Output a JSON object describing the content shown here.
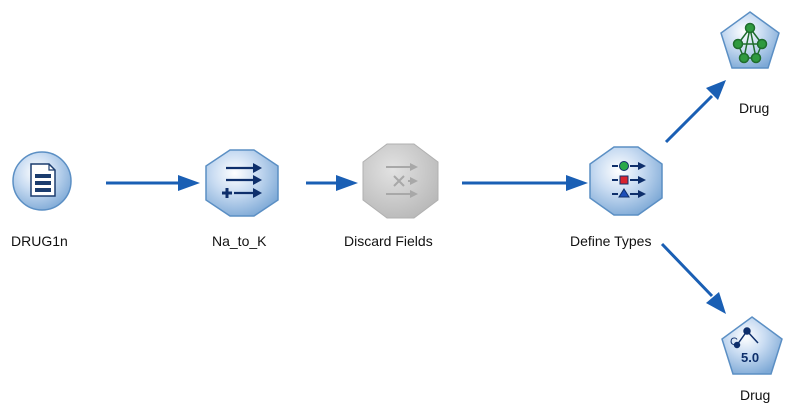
{
  "stream": {
    "nodes": [
      {
        "id": "drug1n",
        "label": "DRUG1n",
        "kind": "source",
        "state": "enabled",
        "icon": "var-file-icon"
      },
      {
        "id": "na_to_k",
        "label": "Na_to_K",
        "kind": "derive",
        "state": "enabled",
        "icon": "derive-arrows-icon"
      },
      {
        "id": "discard",
        "label": "Discard Fields",
        "kind": "filter",
        "state": "disabled",
        "icon": "filter-icon"
      },
      {
        "id": "type",
        "label": "Define Types",
        "kind": "type",
        "state": "enabled",
        "icon": "type-icon"
      },
      {
        "id": "neural",
        "label": "Drug",
        "kind": "model",
        "state": "enabled",
        "icon": "neural-net-icon"
      },
      {
        "id": "c50",
        "label": "Drug",
        "kind": "model",
        "state": "enabled",
        "icon": "c50-tree-icon",
        "badge": "5.0"
      }
    ],
    "colors": {
      "link": "#1a5fb4",
      "node_fill": "#9fc3e8",
      "node_edge": "#5b8fc4",
      "disabled_fill": "#c4c4c4",
      "model_fill": "#a9c8ea"
    }
  }
}
